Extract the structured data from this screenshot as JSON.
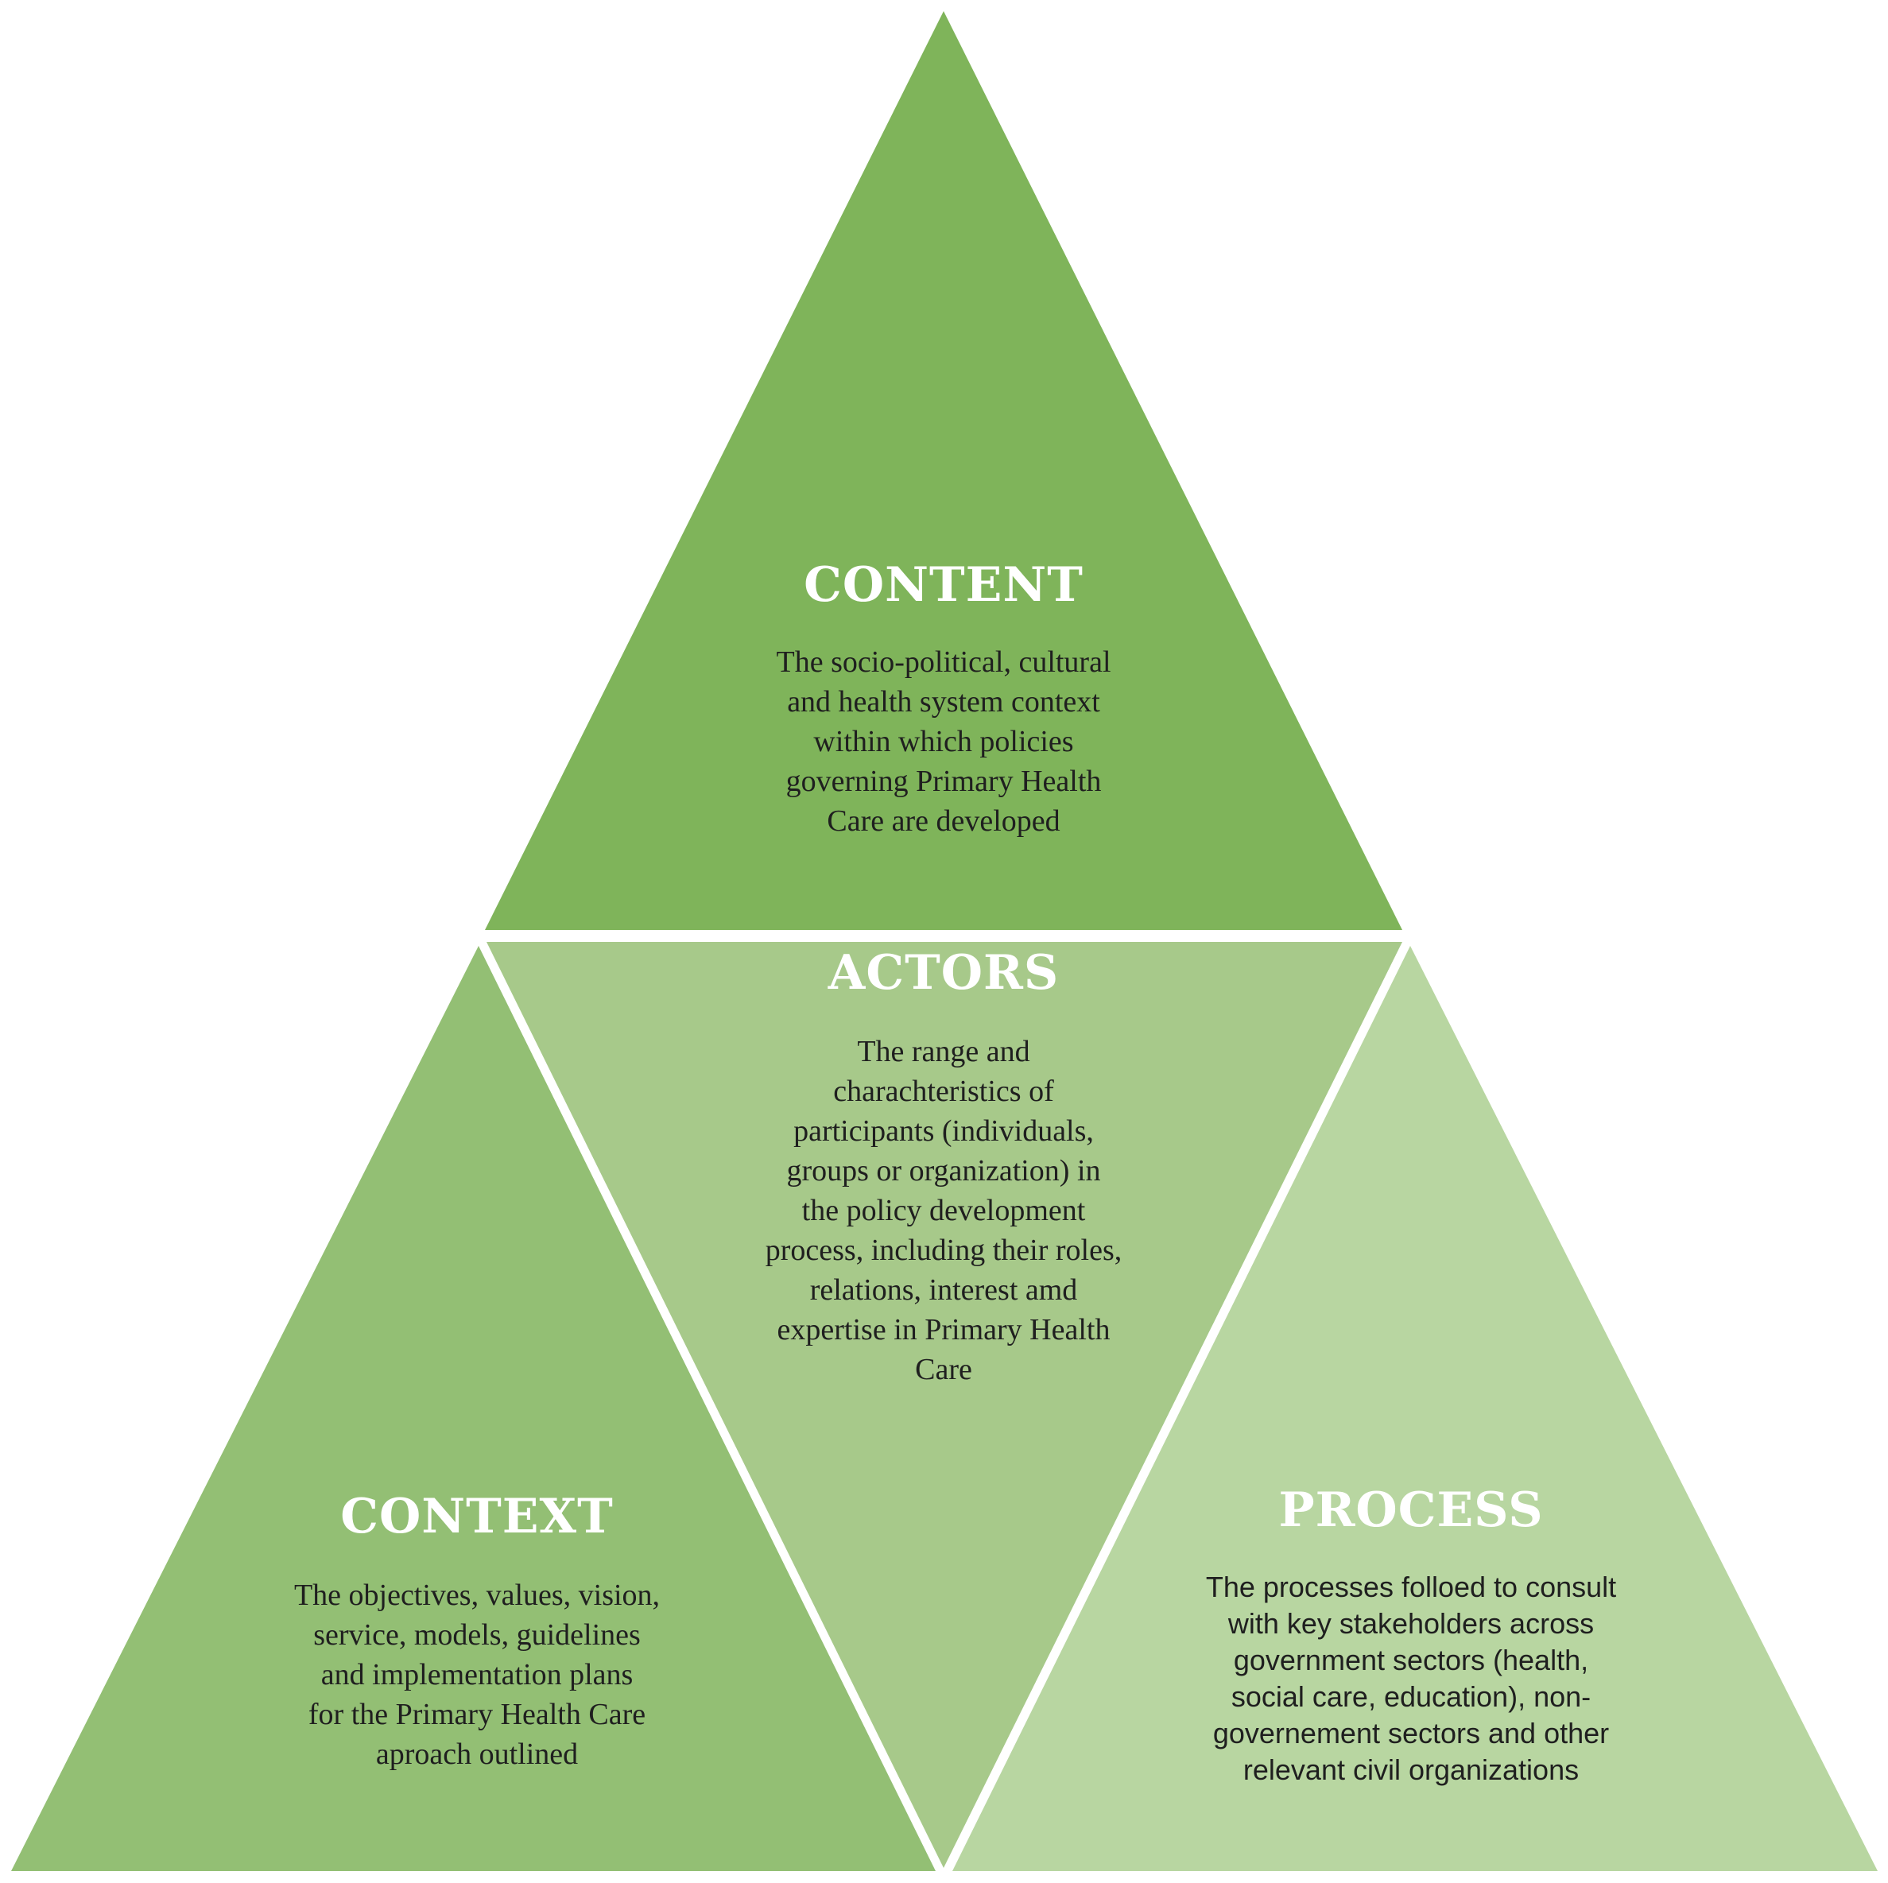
{
  "colors": {
    "content_fill": "#7fb45a",
    "actors_fill": "#a7c98a",
    "context_fill": "#93bf74",
    "process_fill": "#b8d6a1",
    "heading_text": "#ffffff",
    "body_text": "#1f1f1f"
  },
  "content": {
    "title": "CONTENT",
    "lines": [
      "The socio-political, cultural",
      "and health system context",
      "within which policies",
      "governing Primary Health",
      "Care are developed"
    ]
  },
  "actors": {
    "title": "ACTORS",
    "lines": [
      "The range and",
      "charachteristics of",
      "participants (individuals,",
      "groups or organization) in",
      "the policy development",
      "process, including their roles,",
      "relations, interest amd",
      "expertise in Primary Health",
      "Care"
    ]
  },
  "context": {
    "title": "CONTEXT",
    "lines": [
      "The objectives, values, vision,",
      "service, models, guidelines",
      "and implementation plans",
      "for the Primary Health Care",
      "aproach outlined"
    ]
  },
  "process": {
    "title": "PROCESS",
    "lines": [
      "The processes folloed to consult",
      "with key stakeholders across",
      "government sectors (health,",
      "social care, education), non-",
      "governement sectors and other",
      "relevant civil organizations"
    ]
  }
}
